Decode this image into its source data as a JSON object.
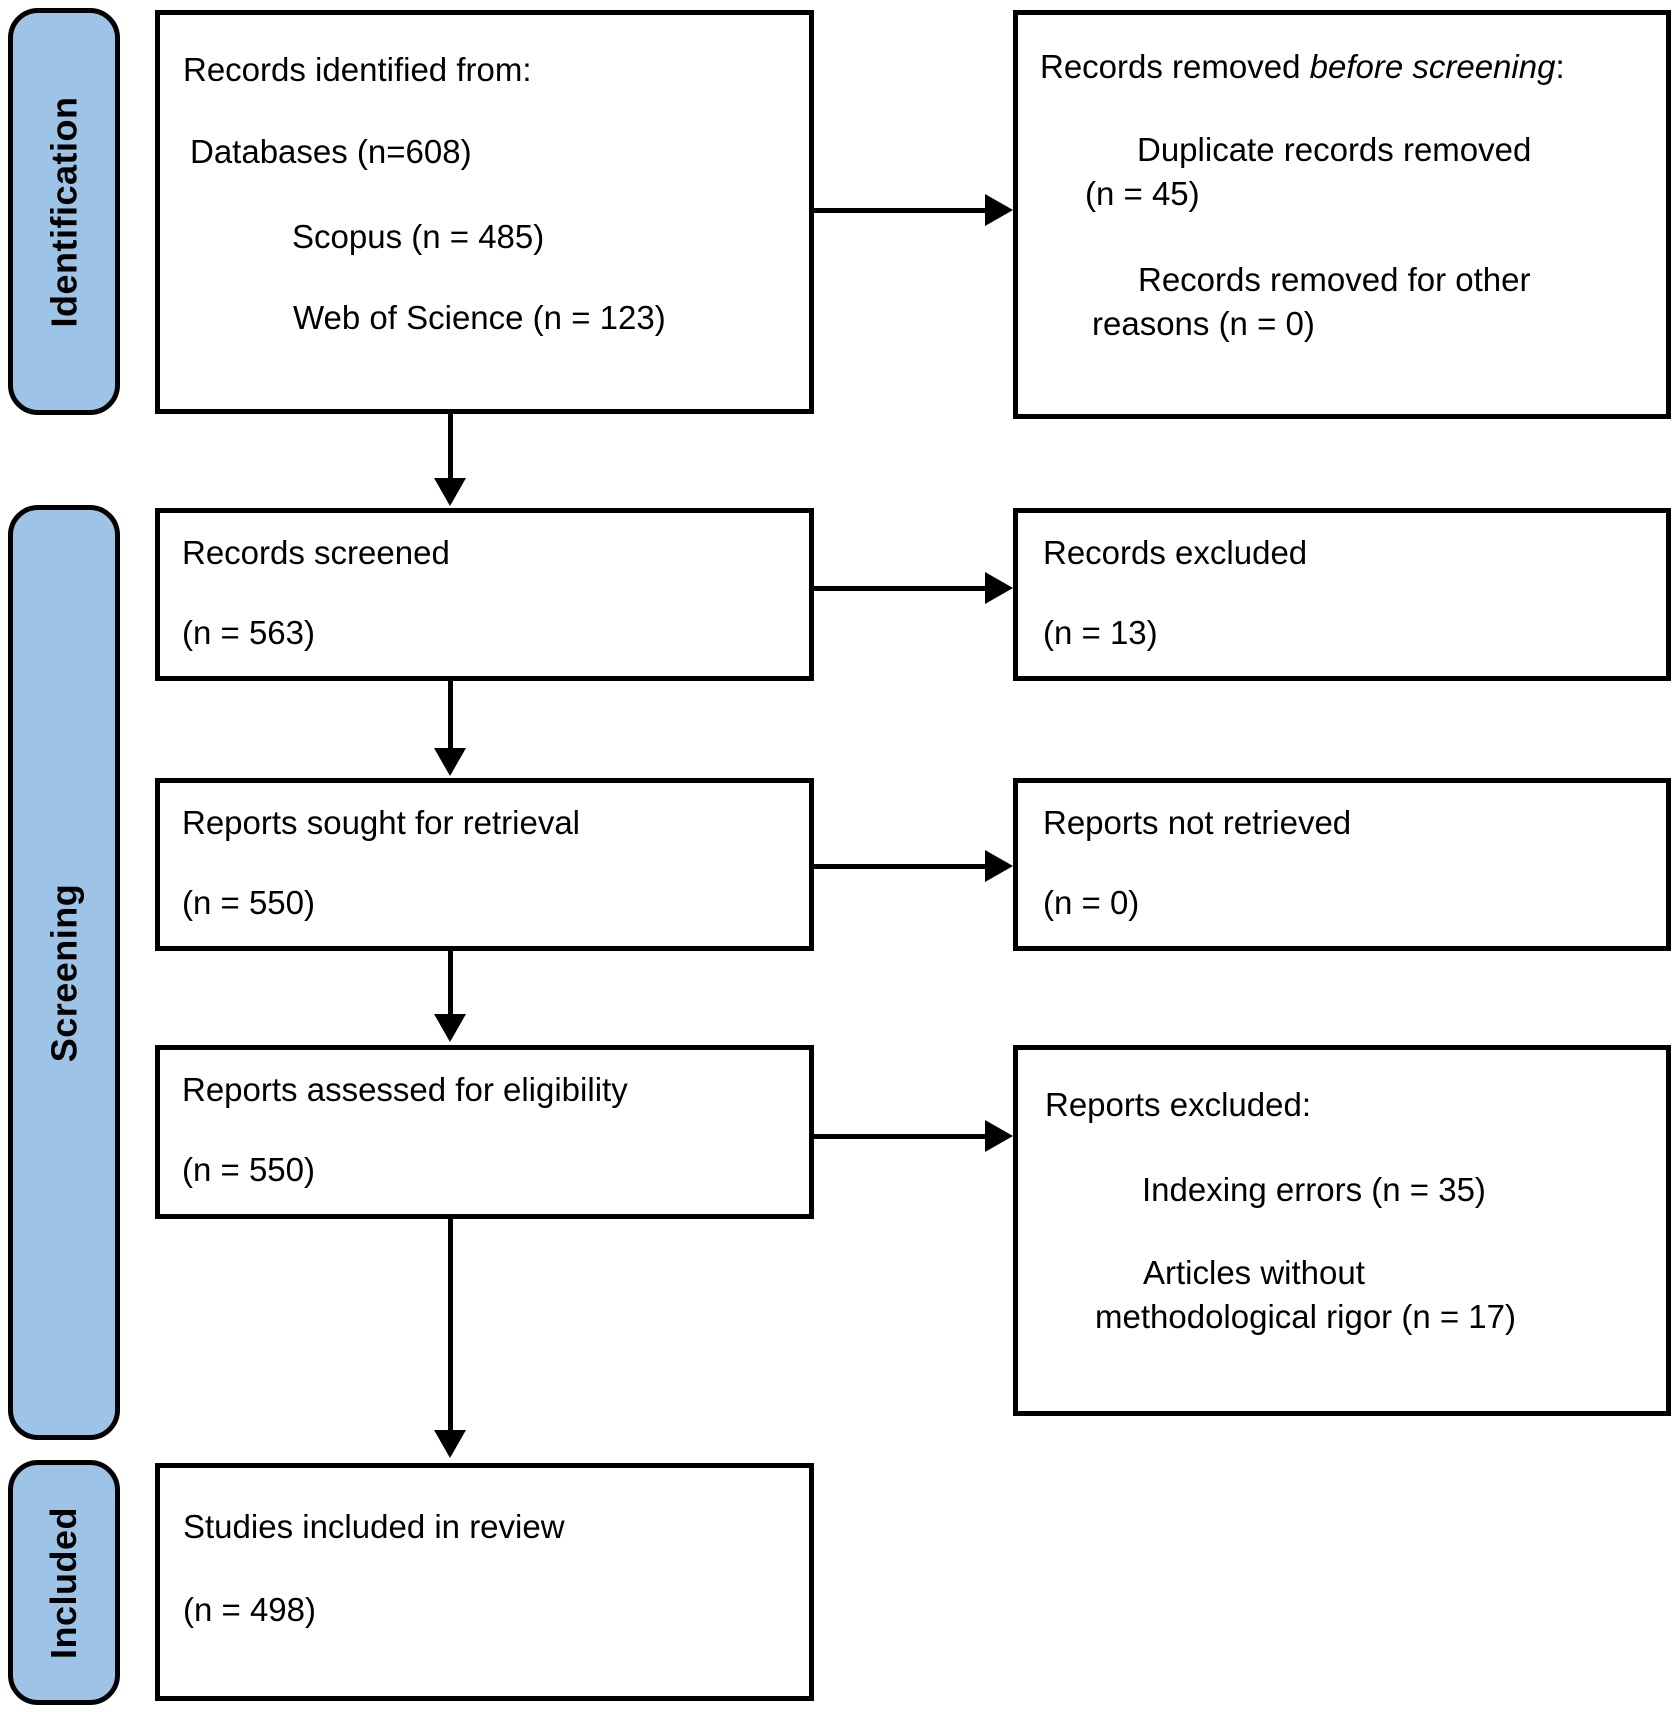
{
  "diagram": {
    "type": "prisma-flow",
    "colors": {
      "stage_fill": "#9dc3e6",
      "box_fill": "#ffffff",
      "line": "#000000",
      "background": "#ffffff"
    },
    "stages": [
      {
        "label": "Identification"
      },
      {
        "label": "Screening"
      },
      {
        "label": "Included"
      }
    ],
    "boxes": {
      "identified": {
        "lines": [
          "Records identified from:",
          "Databases (n=608)",
          "Scopus (n = 485)",
          "Web of Science (n = 123)"
        ]
      },
      "removed": {
        "title_prefix": "Records removed ",
        "title_italic": "before screening",
        "title_suffix": ":",
        "lines": [
          "Duplicate records removed",
          "(n = 45)",
          "Records removed for other",
          "reasons (n = 0)"
        ]
      },
      "screened": {
        "lines": [
          "Records screened",
          "(n = 563)"
        ]
      },
      "excluded": {
        "lines": [
          "Records excluded",
          "(n = 13)"
        ]
      },
      "sought": {
        "lines": [
          "Reports sought for retrieval",
          "(n = 550)"
        ]
      },
      "not_retrieved": {
        "lines": [
          "Reports not retrieved",
          "(n = 0)"
        ]
      },
      "assessed": {
        "lines": [
          "Reports assessed for eligibility",
          "(n = 550)"
        ]
      },
      "reports_excluded": {
        "lines": [
          "Reports excluded:",
          "Indexing errors (n = 35)",
          "Articles without",
          "methodological rigor (n = 17)"
        ]
      },
      "included": {
        "lines": [
          "Studies included in review",
          "(n = 498)"
        ]
      }
    }
  }
}
